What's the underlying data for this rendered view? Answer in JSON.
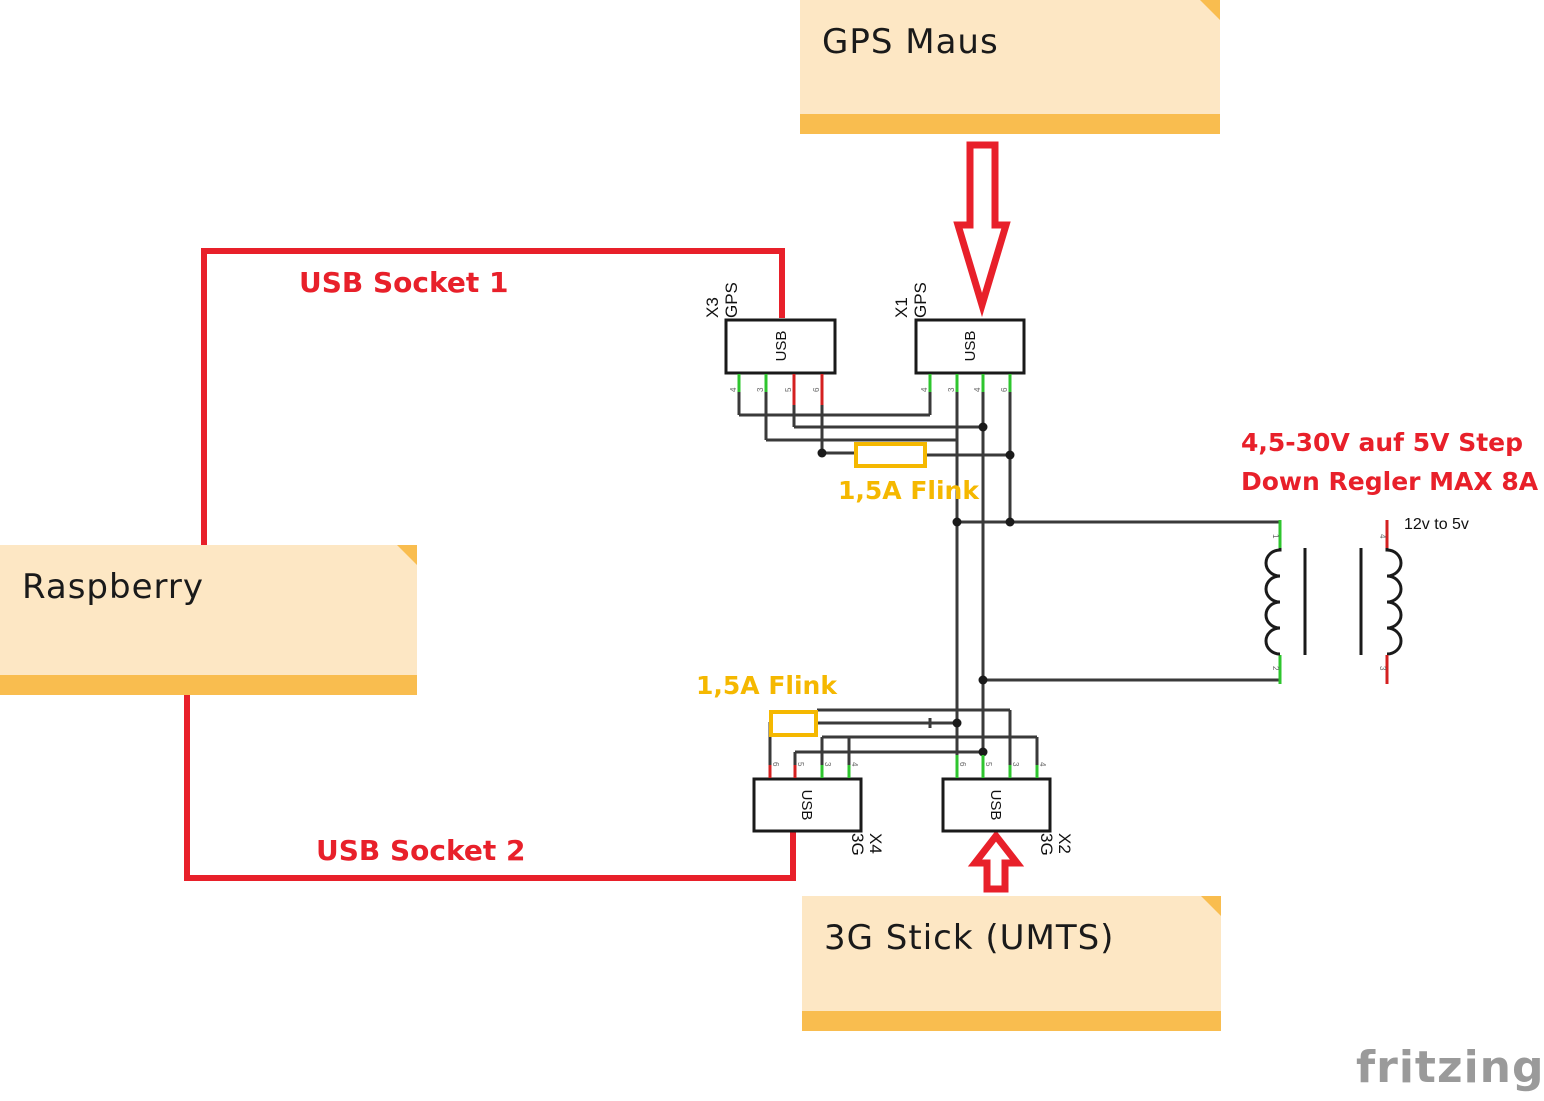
{
  "notes": {
    "gps": "GPS Maus",
    "raspberry": "Raspberry",
    "umts": "3G Stick (UMTS)"
  },
  "labels": {
    "usb_socket_1": "USB Socket 1",
    "usb_socket_2": "USB Socket 2",
    "regulator_line1": "4,5-30V auf 5V Step",
    "regulator_line2": "Down Regler MAX 8A",
    "regulator_part": "12v to 5v",
    "fuse_top": "1,5A Flink",
    "fuse_bottom": "1,5A Flink"
  },
  "connectors": {
    "x3": {
      "ref": "X3",
      "value": "GPS",
      "body": "USB",
      "pins": [
        "4",
        "3",
        "5",
        "6"
      ]
    },
    "x1": {
      "ref": "X1",
      "value": "GPS",
      "body": "USB",
      "pins": [
        "4",
        "3",
        "4",
        "6"
      ]
    },
    "x4": {
      "ref": "X4",
      "value": "3G",
      "body": "USB",
      "pins": [
        "6",
        "5",
        "3",
        "4"
      ]
    },
    "x2": {
      "ref": "X2",
      "value": "3G",
      "body": "USB",
      "pins": [
        "6",
        "5",
        "3",
        "4"
      ]
    }
  },
  "transformer_pins": [
    "1",
    "2",
    "4",
    "3"
  ],
  "logo": "fritzing",
  "colors": {
    "red": "#e8202a",
    "fuse": "#f5b800",
    "note_bg": "#fde7c4",
    "note_bar": "#f9bd4f",
    "wire": "#3a3a3a",
    "pin_green": "#2ec52e",
    "pin_red": "#d42020"
  }
}
